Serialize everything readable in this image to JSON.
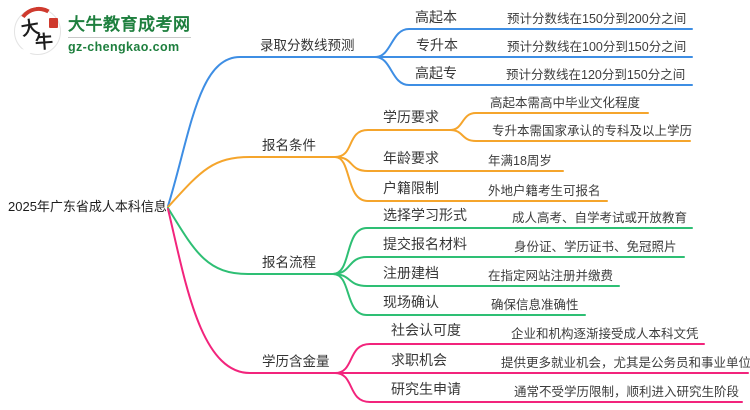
{
  "logo": {
    "seal_char_1": "大",
    "seal_char_2": "牛",
    "title": "大牛教育成考网",
    "domain": "gz-chengkao.com",
    "brand_green": "#1e7f3e",
    "seal_red": "#cf3a2e"
  },
  "root": {
    "label": "2025年广东省成人本科信息"
  },
  "palette": {
    "text": "#3b3b3b",
    "background": "#ffffff"
  },
  "branches": [
    {
      "label": "录取分数线预测",
      "color": "#3e8ee4",
      "children": [
        {
          "label": "高起本",
          "leaves": [
            "预计分数线在150分到200分之间"
          ]
        },
        {
          "label": "专升本",
          "leaves": [
            "预计分数线在100分到150分之间"
          ]
        },
        {
          "label": "高起专",
          "leaves": [
            "预计分数线在120分到150分之间"
          ]
        }
      ]
    },
    {
      "label": "报名条件",
      "color": "#f5a52c",
      "children": [
        {
          "label": "学历要求",
          "leaves": [
            "高起本需高中毕业文化程度",
            "专升本需国家承认的专科及以上学历"
          ]
        },
        {
          "label": "年龄要求",
          "leaves": [
            "年满18周岁"
          ]
        },
        {
          "label": "户籍限制",
          "leaves": [
            "外地户籍考生可报名"
          ]
        }
      ]
    },
    {
      "label": "报名流程",
      "color": "#2ebf74",
      "children": [
        {
          "label": "选择学习形式",
          "leaves": [
            "成人高考、自学考试或开放教育"
          ]
        },
        {
          "label": "提交报名材料",
          "leaves": [
            "身份证、学历证书、免冠照片"
          ]
        },
        {
          "label": "注册建档",
          "leaves": [
            "在指定网站注册并缴费"
          ]
        },
        {
          "label": "现场确认",
          "leaves": [
            "确保信息准确性"
          ]
        }
      ]
    },
    {
      "label": "学历含金量",
      "color": "#f2247c",
      "children": [
        {
          "label": "社会认可度",
          "leaves": [
            "企业和机构逐渐接受成人本科文凭"
          ]
        },
        {
          "label": "求职机会",
          "leaves": [
            "提供更多就业机会，尤其是公务员和事业单位"
          ]
        },
        {
          "label": "研究生申请",
          "leaves": [
            "通常不受学历限制，顺利进入研究生阶段"
          ]
        }
      ]
    }
  ]
}
